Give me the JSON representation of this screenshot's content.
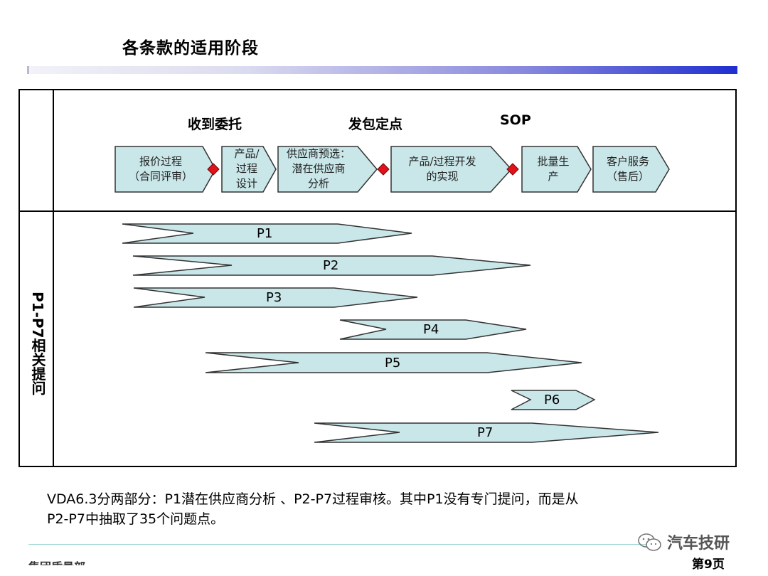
{
  "title": "各条款的适用阶段",
  "side_label": "P1-P7相关提问",
  "milestones": [
    "收到委托",
    "发包定点",
    "SOP"
  ],
  "process_steps": [
    {
      "lines": [
        "报价过程",
        "（合同评审）"
      ]
    },
    {
      "lines": [
        "产品/",
        "过程",
        "设计"
      ]
    },
    {
      "lines": [
        "供应商预选：",
        "潜在供应商",
        "分析"
      ]
    },
    {
      "lines": [
        "产品/过程开发",
        "的实现"
      ]
    },
    {
      "lines": [
        "批量生",
        "产"
      ]
    },
    {
      "lines": [
        "客户服务",
        "（售后）"
      ]
    }
  ],
  "phases": [
    "P1",
    "P2",
    "P3",
    "P4",
    "P5",
    "P6",
    "P7"
  ],
  "footnote": {
    "line1": "VDA6.3分两部分：P1潜在供应商分析 、P2-P7过程审核。其中P1没有专门提问，而是从",
    "line2": "P2-P7中抽取了35个问题点。"
  },
  "department": "集团质量部",
  "watermark": "汽车技研",
  "page_number": "第9页",
  "colors": {
    "shape_fill": "#c9e6e8",
    "shape_stroke": "#333333",
    "diamond": "#e0131c",
    "title_bar_end": "#1f2fd0"
  }
}
